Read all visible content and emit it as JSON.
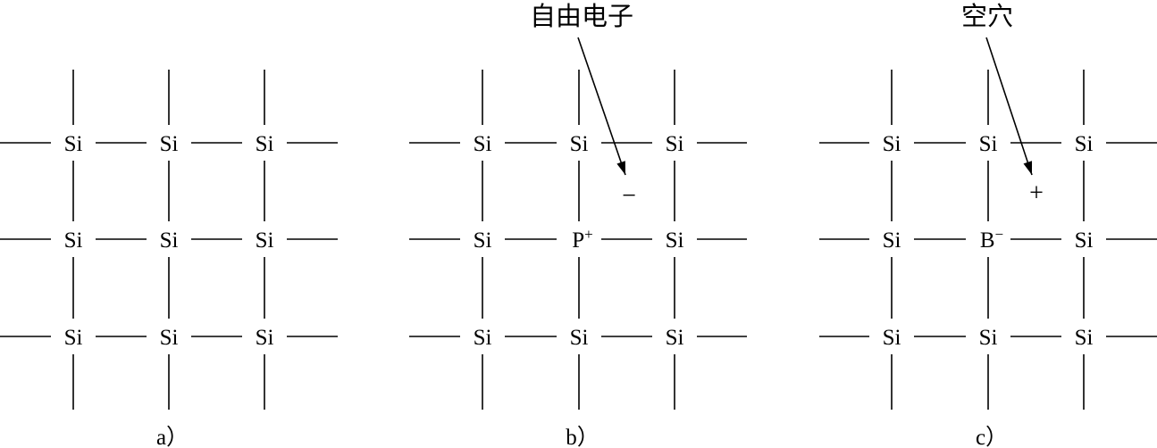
{
  "panels": [
    {
      "id": "a",
      "caption": "a）",
      "atoms": [
        [
          "Si",
          "Si",
          "Si"
        ],
        [
          "Si",
          "Si",
          "Si"
        ],
        [
          "Si",
          "Si",
          "Si"
        ]
      ]
    },
    {
      "id": "b",
      "caption": "b）",
      "atoms": [
        [
          "Si",
          "Si",
          "Si"
        ],
        [
          "Si",
          "P+",
          "Si"
        ],
        [
          "Si",
          "Si",
          "Si"
        ]
      ],
      "callout": "自由电子",
      "charge": "−"
    },
    {
      "id": "c",
      "caption": "c）",
      "atoms": [
        [
          "Si",
          "Si",
          "Si"
        ],
        [
          "Si",
          "B−",
          "Si"
        ],
        [
          "Si",
          "Si",
          "Si"
        ]
      ],
      "callout": "空穴",
      "charge": "+"
    }
  ],
  "colors": {
    "ink": "#000000",
    "background": "#ffffff"
  }
}
